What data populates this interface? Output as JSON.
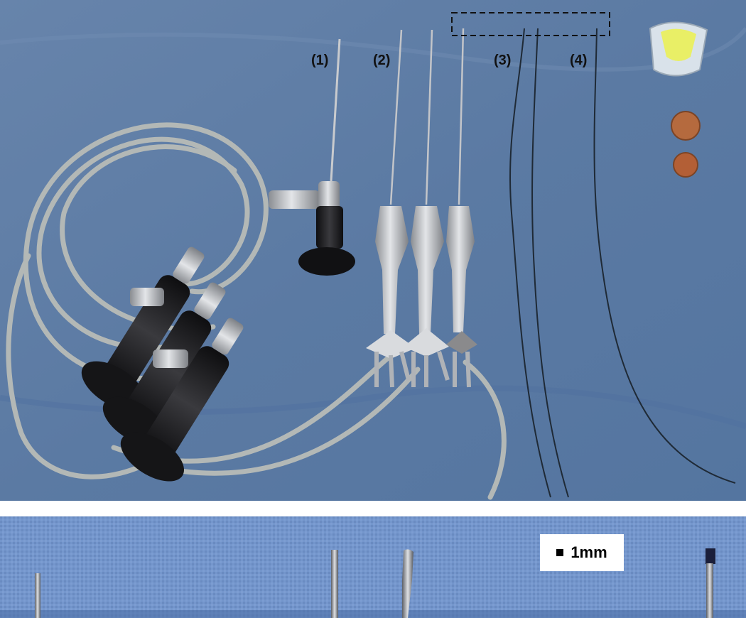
{
  "figure": {
    "labels": [
      "(1)",
      "(2)",
      "(3)",
      "(4)"
    ],
    "scale_bar": {
      "text": "1mm"
    }
  },
  "colors": {
    "drape": "#5f7fa6",
    "drape_bottom": "#6f8fc4",
    "cable": "#b3b8b6",
    "metal": "#c6c8cb",
    "black_handle": "#1a1a1c"
  },
  "objects": [
    "fiber-optic-light-cables",
    "camera-couplers",
    "rigid-endoscope",
    "semi-rigid-scopes",
    "flexible-fibers",
    "yellow-earplug-case",
    "coins"
  ]
}
